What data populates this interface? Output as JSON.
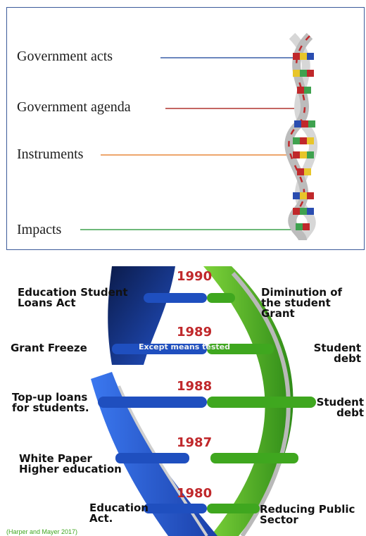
{
  "top_panel": {
    "labels": [
      "Government acts",
      "Government agenda",
      "Instruments",
      "Impacts"
    ],
    "colors": {
      "acts_line": "#3a5fa8",
      "agenda_line": "#b0332f",
      "instruments_line": "#e8893c",
      "impacts_line": "#3fa24f"
    }
  },
  "bottom_panel": {
    "years": [
      "1990",
      "1989",
      "1988",
      "1987",
      "1980"
    ],
    "left_labels": [
      "Education Student\nLoans Act",
      "Grant Freeze",
      "Top-up loans\nfor students.",
      "White Paper\nHigher education",
      "Education\nAct."
    ],
    "right_labels": [
      "Diminution of\nthe student\nGrant",
      "Student\ndebt",
      "Student\ndebt",
      "Reducing Public\nSector"
    ],
    "bar_note": "Except means tested",
    "citation": "(Harper and Mayer 2017)",
    "colors": {
      "blue_strand": "#1f4fbf",
      "green_strand": "#3fa71f",
      "year_red": "#c0282b"
    }
  }
}
